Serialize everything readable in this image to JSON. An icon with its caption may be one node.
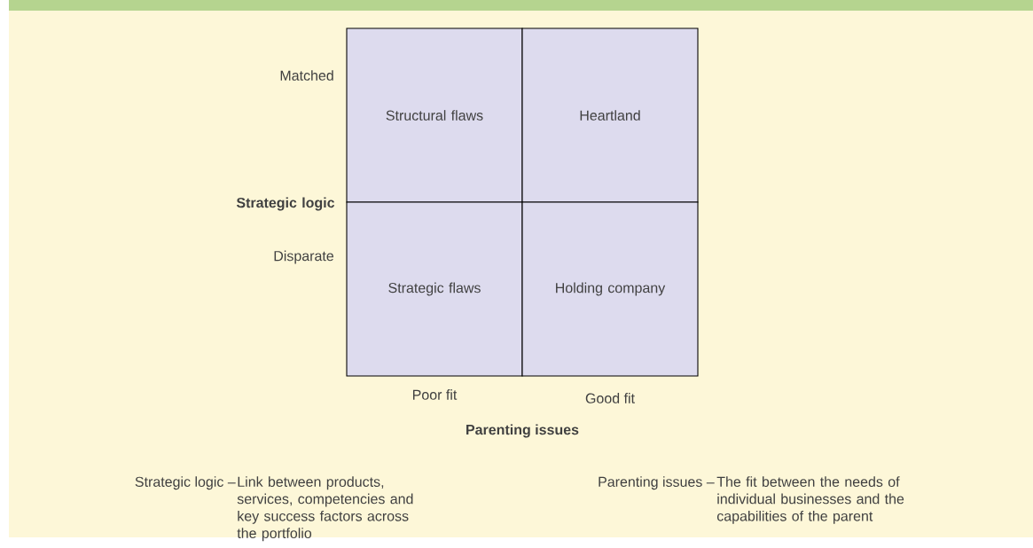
{
  "diagram": {
    "nodes": [
      {
        "text": [
          "Structural flaws"
        ]
      },
      {
        "text": [
          "Heartland"
        ]
      },
      {
        "text": [
          "Strategic flaws"
        ]
      },
      {
        "text": [
          "Holding company"
        ]
      }
    ],
    "labels": [
      "Matched",
      "Strategic logic",
      "Disparate",
      "Poor fit",
      "Good fit",
      "Parenting issues",
      "Strategic logic –",
      "Link between products, services, competencies and key success factors across the portfolio",
      "Parenting issues –",
      "The fit between the needs of individual businesses and the capabilities of the parent"
    ]
  }
}
